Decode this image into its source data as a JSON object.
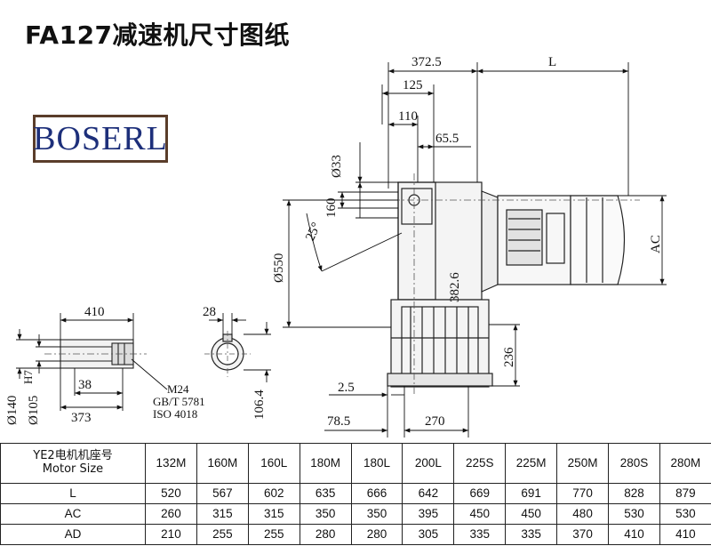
{
  "title": "FA127减速机尺寸图纸",
  "logo": "BOSERL",
  "dimensions": {
    "d372_5": "372.5",
    "dL": "L",
    "d125": "125",
    "d110": "110",
    "d65_5": "65.5",
    "d33": "Ø33",
    "d160": "160",
    "d25": "25°",
    "d550": "Ø550",
    "d382_6": "382.6",
    "dAC": "AC",
    "d236": "236",
    "d2_5": "2.5",
    "d78_5": "78.5",
    "d270": "270",
    "d410": "410",
    "d28": "28",
    "d38": "38",
    "d373": "373",
    "d140": "Ø140",
    "d105": "Ø105",
    "d105_tol": "H7",
    "d106_4": "106.4",
    "note_m24": "M24",
    "note_gbt": "GB/T 5781",
    "note_iso": "ISO 4018"
  },
  "table": {
    "header_label_line1": "YE2电机机座号",
    "header_label_line2": "Motor Size",
    "columns": [
      "132M",
      "160M",
      "160L",
      "180M",
      "180L",
      "200L",
      "225S",
      "225M",
      "250M",
      "280S",
      "280M"
    ],
    "rows": [
      {
        "label": "L",
        "values": [
          "520",
          "567",
          "602",
          "635",
          "666",
          "642",
          "669",
          "691",
          "770",
          "828",
          "879"
        ]
      },
      {
        "label": "AC",
        "values": [
          "260",
          "315",
          "315",
          "350",
          "350",
          "395",
          "450",
          "450",
          "480",
          "530",
          "530"
        ]
      },
      {
        "label": "AD",
        "values": [
          "210",
          "255",
          "255",
          "280",
          "280",
          "305",
          "335",
          "335",
          "370",
          "410",
          "410"
        ]
      }
    ]
  }
}
